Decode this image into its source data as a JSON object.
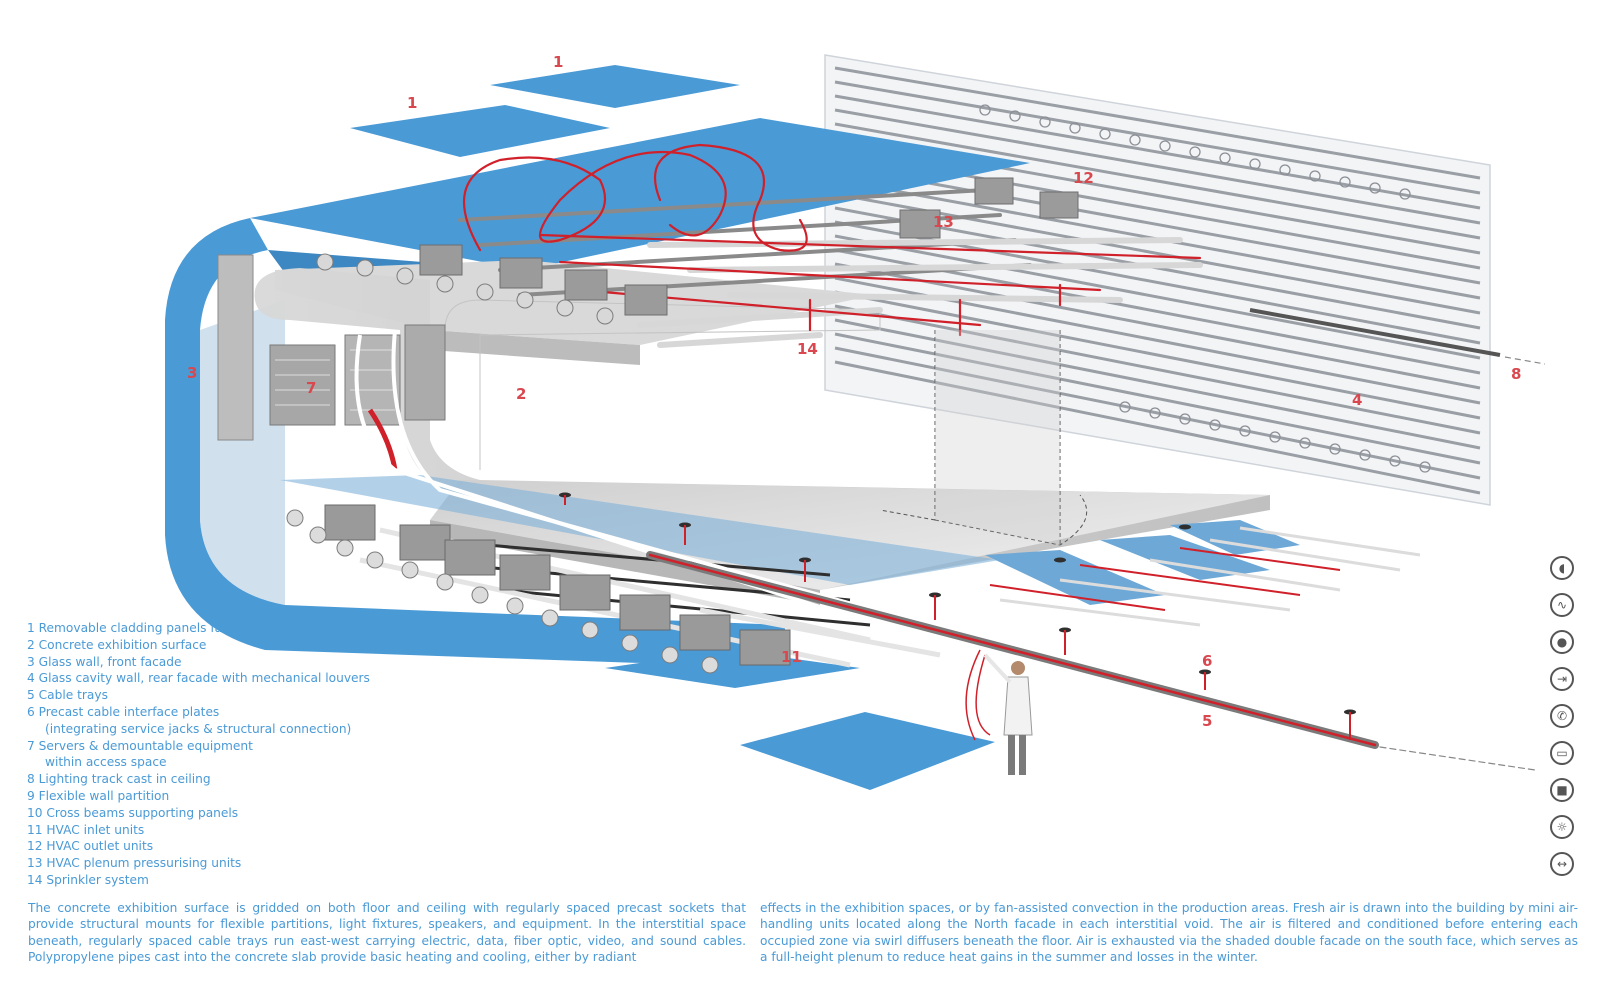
{
  "callouts": {
    "n1a": "1",
    "n1b": "1",
    "n2": "2",
    "n3": "3",
    "n4": "4",
    "n5": "5",
    "n6": "6",
    "n7": "7",
    "n8": "8",
    "n11": "11",
    "n12": "12",
    "n13": "13",
    "n14": "14"
  },
  "legend": [
    "1 Removable cladding panels facing atelier space",
    "2 Concrete exhibition surface",
    "3 Glass wall, front facade",
    "4 Glass cavity wall, rear facade with mechanical louvers",
    "5 Cable trays",
    "6 Precast cable interface plates",
    "(integrating service jacks & structural connection)",
    "7 Servers & demountable equipment",
    "within access space",
    "8 Lighting track cast in ceiling",
    "9 Flexible wall partition",
    "10 Cross beams supporting panels",
    "11 HVAC inlet units",
    "12 HVAC outlet units",
    "13 HVAC plenum pressurising units",
    "14 Sprinkler system"
  ],
  "description": {
    "left": "The concrete exhibition surface is gridded on both floor and ceiling with regularly spaced precast sockets that provide structural mounts for flexible partitions, light fixtures, speakers, and equipment. In the interstitial space beneath, regularly spaced cable trays run east-west carrying electric, data, fiber optic, video, and sound cables. Polypropylene pipes cast into the concrete slab provide basic heating and cooling, either by radiant",
    "right": "effects in the exhibition spaces, or by fan-assisted convection in the production areas. Fresh air is drawn into the building by mini air-handling units located along the North facade in each interstitial void. The air is filtered and conditioned before entering each occupied zone via swirl diffusers beneath the floor. Air is exhausted via the shaded double facade on the south face, which serves as a full-height plenum to reduce heat gains in the summer and losses in the winter."
  },
  "toolbar": [
    {
      "icon": "speaker-icon",
      "glyph": "◖"
    },
    {
      "icon": "wave-icon",
      "glyph": "∿"
    },
    {
      "icon": "microphone-icon",
      "glyph": "●"
    },
    {
      "icon": "input-icon",
      "glyph": "⇥"
    },
    {
      "icon": "phone-icon",
      "glyph": "✆"
    },
    {
      "icon": "screen-icon",
      "glyph": "▭"
    },
    {
      "icon": "camera-icon",
      "glyph": "■"
    },
    {
      "icon": "lightbulb-icon",
      "glyph": "☼"
    },
    {
      "icon": "network-icon",
      "glyph": "↔"
    }
  ],
  "colors": {
    "glass_blue": "#4a9ad6",
    "concrete": "#e6e6e6",
    "cable_red": "#d0202a",
    "label_red": "#d9474f"
  }
}
